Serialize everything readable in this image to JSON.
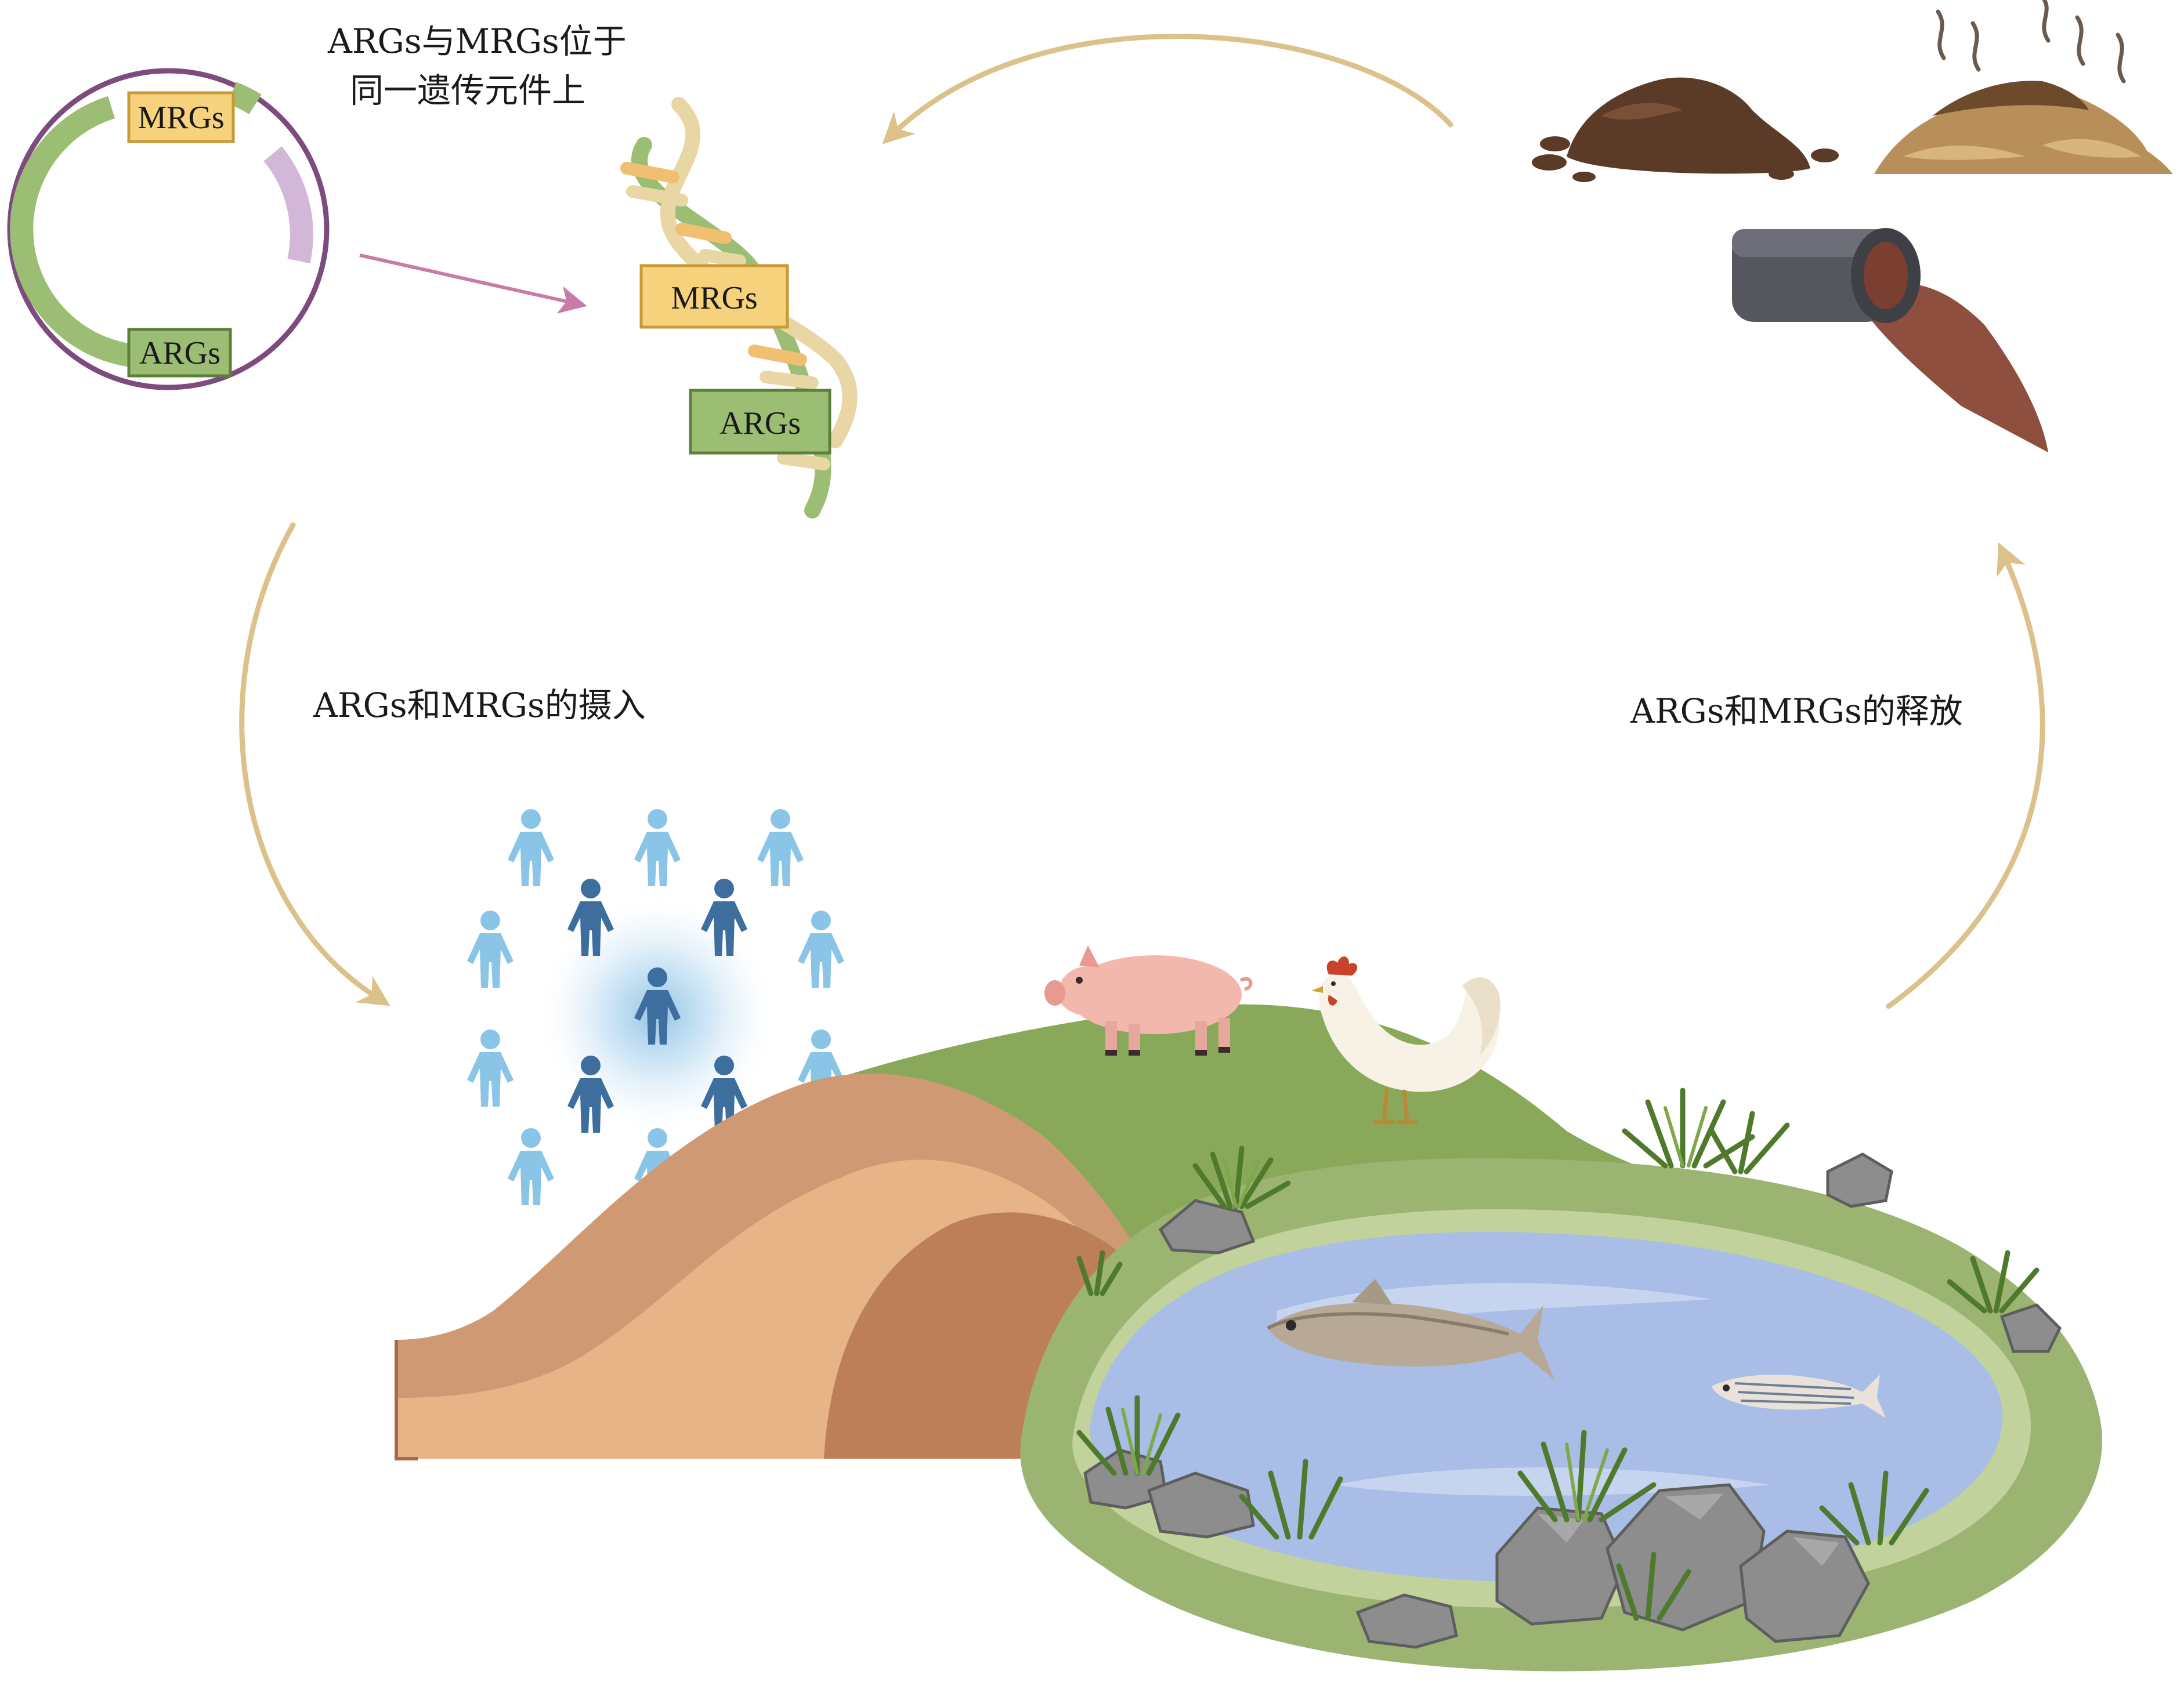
{
  "captions": {
    "colocation_line1": "ARGs与MRGs位于",
    "colocation_line2": "同一遗传元件上",
    "uptake": "ARGs和MRGs的摄入",
    "release": "ARGs和MRGs的释放"
  },
  "plasmid": {
    "label_top": "MRGs",
    "label_bottom": "ARGs"
  },
  "dna": {
    "label_top": "MRGs",
    "label_bottom": "ARGs"
  },
  "colors": {
    "arrow_gold": "#dcc18a",
    "mrgs_fill": "#f6d27c",
    "args_fill": "#9bbd74",
    "plasmid_ring": "#7d4b7e",
    "link_arrow": "#c97aa6",
    "soil_dark": "#5c3a28",
    "pipe": "#56565e",
    "sewage": "#8f4f3f",
    "water": "#a9bde6",
    "grass": "#89a85a",
    "person_light": "#8ac4e6",
    "person_dark": "#3d6e9e"
  },
  "icons": [
    "plasmid-icon",
    "dna-helix-icon",
    "soil-pile-icon",
    "compost-pile-icon",
    "drain-pipe-icon",
    "people-crowd-icon",
    "pig-icon",
    "rooster-icon",
    "pond-icon",
    "fish-icon"
  ]
}
